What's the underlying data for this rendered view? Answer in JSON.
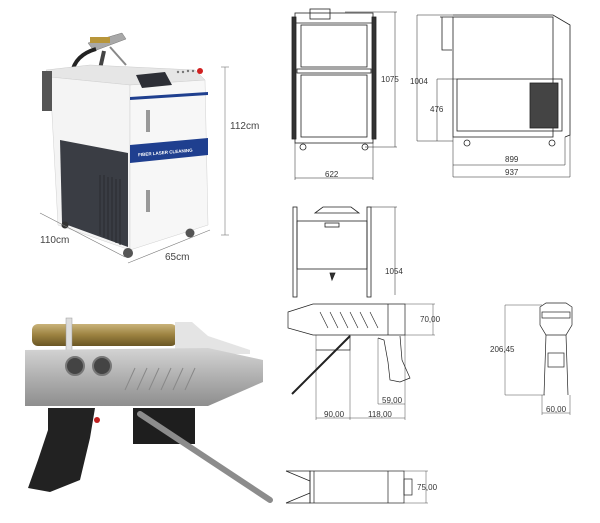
{
  "machine_photo": {
    "brand_band_text": "FIBER LASER CLEANING",
    "height_label": "112cm",
    "depth_label": "110cm",
    "width_label": "65cm",
    "colors": {
      "body": "#f2f2f2",
      "panel_dark": "#3a3d44",
      "band_blue": "#1f3f8f",
      "accent_red": "#d02020"
    }
  },
  "front_view": {
    "height_label": "1075",
    "width_label": "622"
  },
  "side_view": {
    "height_label": "1004",
    "lower_height_label": "476",
    "inner_width_label": "899",
    "outer_width_label": "937"
  },
  "top_view": {
    "height_label": "1054"
  },
  "gun_side_drawing": {
    "height_label": "70,00",
    "grip_offset_label": "59,00",
    "left_span_label": "90,00",
    "right_span_label": "118,00"
  },
  "gun_end_drawing": {
    "height_label": "206,45",
    "width_label": "60,00"
  },
  "gun_top_drawing": {
    "height_label": "75,00"
  },
  "gun_photo": {
    "colors": {
      "body": "#b8b8b8",
      "tube": "#a08a4a",
      "grip": "#222222",
      "trigger": "#c02020"
    }
  }
}
